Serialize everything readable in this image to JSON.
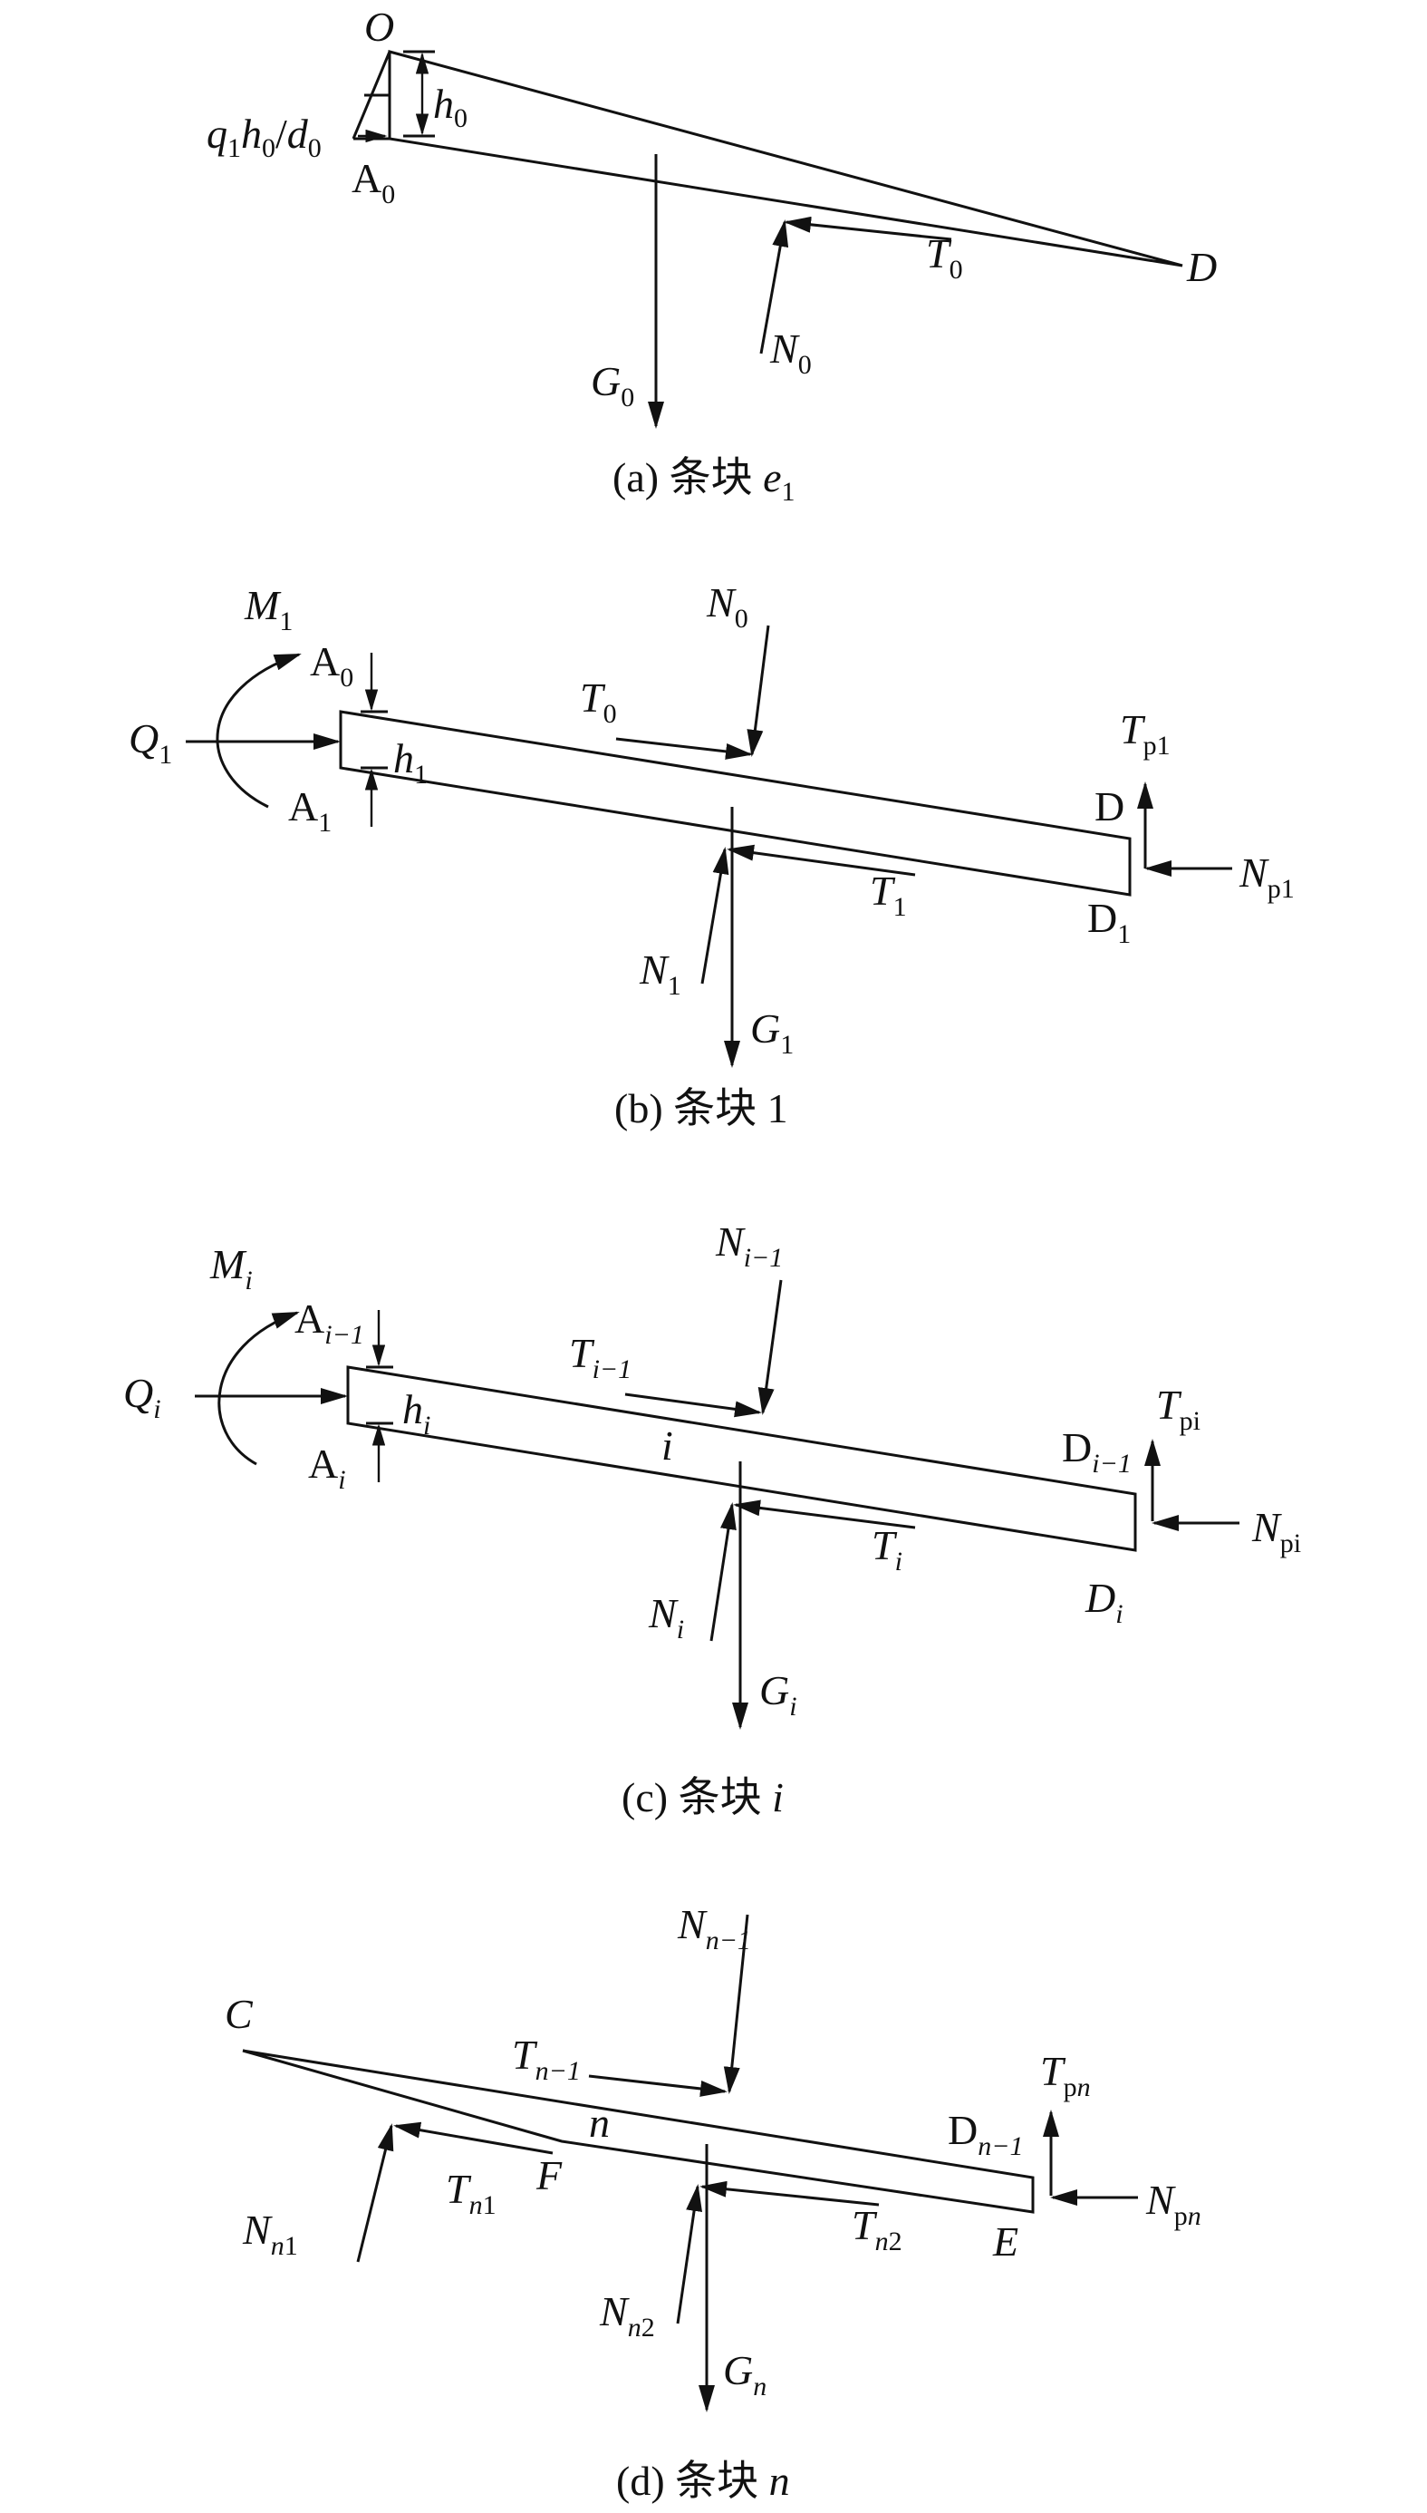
{
  "panels": [
    {
      "id": "a",
      "caption": {
        "prefix": "(a) ",
        "chinese": "条块 ",
        "var": "e",
        "var_sub": "1"
      },
      "labels": {
        "O": "O",
        "h0": {
          "base": "h",
          "sub": "0"
        },
        "q1h0d0": {
          "q": "q",
          "q_sub": "1",
          "h": "h",
          "h_sub": "0",
          "slash": "/",
          "d": "d",
          "d_sub": "0"
        },
        "A0": {
          "base": "A",
          "sub": "0"
        },
        "T0": {
          "base": "T",
          "sub": "0"
        },
        "D": "D",
        "N0": {
          "base": "N",
          "sub": "0"
        },
        "G0": {
          "base": "G",
          "sub": "0"
        }
      }
    },
    {
      "id": "b",
      "caption": {
        "prefix": "(b) ",
        "chinese": "条块 ",
        "var": "1"
      },
      "labels": {
        "M1": {
          "base": "M",
          "sub": "1"
        },
        "N0": {
          "base": "N",
          "sub": "0"
        },
        "A0": {
          "base": "A",
          "sub": "0"
        },
        "T0": {
          "base": "T",
          "sub": "0"
        },
        "Q1": {
          "base": "Q",
          "sub": "1"
        },
        "h1": {
          "base": "h",
          "sub": "1"
        },
        "A1": {
          "base": "A",
          "sub": "1"
        },
        "Tp1": {
          "base": "T",
          "sub": "p1"
        },
        "D": "D",
        "Np1": {
          "base": "N",
          "sub": "p1"
        },
        "T1": {
          "base": "T",
          "sub": "1"
        },
        "D1": {
          "base": "D",
          "sub": "1"
        },
        "N1": {
          "base": "N",
          "sub": "1"
        },
        "G1": {
          "base": "G",
          "sub": "1"
        }
      }
    },
    {
      "id": "c",
      "caption": {
        "prefix": "(c) ",
        "chinese": "条块 ",
        "var": "i"
      },
      "labels": {
        "Mi": {
          "base": "M",
          "sub": "i"
        },
        "Ni1": {
          "base": "N",
          "sub": "i−1"
        },
        "Ai1": {
          "base": "A",
          "sub": "i−1"
        },
        "Ti1": {
          "base": "T",
          "sub": "i−1"
        },
        "Qi": {
          "base": "Q",
          "sub": "i"
        },
        "hi": {
          "base": "h",
          "sub": "i"
        },
        "Ai": {
          "base": "A",
          "sub": "i"
        },
        "i": "i",
        "Di1": {
          "base": "D",
          "sub": "i−1"
        },
        "Tpi": {
          "base": "T",
          "sub": "pi"
        },
        "Npi": {
          "base": "N",
          "sub": "pi"
        },
        "Ti": {
          "base": "T",
          "sub": "i"
        },
        "Di": {
          "base": "D",
          "sub": "i"
        },
        "Ni": {
          "base": "N",
          "sub": "i"
        },
        "Gi": {
          "base": "G",
          "sub": "i"
        }
      }
    },
    {
      "id": "d",
      "caption": {
        "prefix": "(d) ",
        "chinese": "条块 ",
        "var": "n"
      },
      "labels": {
        "Nn1top": {
          "base": "N",
          "sub": "n−1"
        },
        "C": "C",
        "Tn1top": {
          "base": "T",
          "sub": "n−1"
        },
        "Tpn": {
          "base": "T",
          "sub_p": "p",
          "sub_n": "n"
        },
        "n": "n",
        "Dn1": {
          "base": "D",
          "sub": "n−1"
        },
        "Tn1": {
          "base": "T",
          "sub_n": "n",
          "sub_d": "1"
        },
        "F": "F",
        "Nn1": {
          "base": "N",
          "sub_n": "n",
          "sub_d": "1"
        },
        "Npn": {
          "base": "N",
          "sub_p": "p",
          "sub_n": "n"
        },
        "Tn2": {
          "base": "T",
          "sub_n": "n",
          "sub_d": "2"
        },
        "E": "E",
        "Nn2": {
          "base": "N",
          "sub_n": "n",
          "sub_d": "2"
        },
        "Gn": {
          "base": "G",
          "sub": "n"
        }
      }
    }
  ]
}
